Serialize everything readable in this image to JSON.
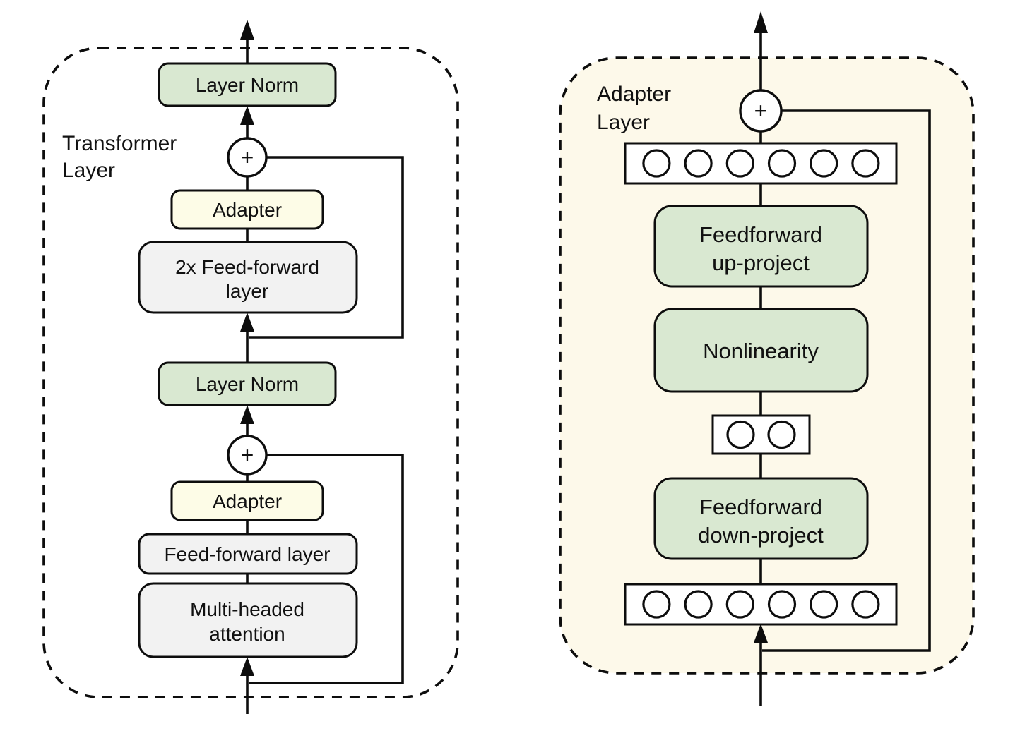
{
  "left_panel": {
    "label": {
      "line1": "Transformer",
      "line2": "Layer"
    },
    "plus_top": "+",
    "plus_bottom": "+",
    "boxes": {
      "layer_norm_top": "Layer Norm",
      "adapter_top": "Adapter",
      "ff2": {
        "line1": "2x Feed-forward",
        "line2": "layer"
      },
      "layer_norm_bottom": "Layer Norm",
      "adapter_bottom": "Adapter",
      "ff": "Feed-forward layer",
      "mha": {
        "line1": "Multi-headed",
        "line2": "attention"
      }
    }
  },
  "right_panel": {
    "label": {
      "line1": "Adapter",
      "line2": "Layer"
    },
    "plus": "+",
    "boxes": {
      "up_project": {
        "line1": "Feedforward",
        "line2": "up-project"
      },
      "nonlinearity": "Nonlinearity",
      "down_project": {
        "line1": "Feedforward",
        "line2": "down-project"
      }
    },
    "feature_rows": {
      "top_units": 6,
      "bottleneck_units": 2,
      "bottom_units": 6
    }
  },
  "colors": {
    "green": "#d9e8d1",
    "yellow": "#fdfce7",
    "gray": "#f2f2f2",
    "panel_bg": "#fdf9ea",
    "stroke": "#0d0d0d"
  }
}
